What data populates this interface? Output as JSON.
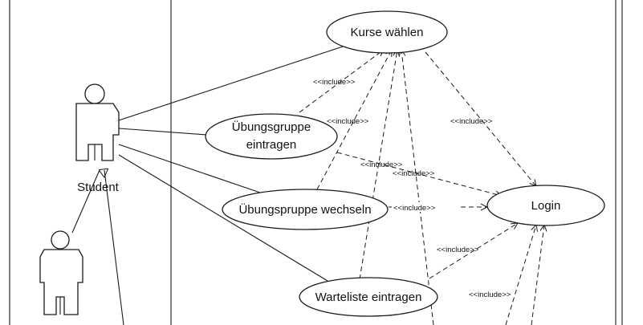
{
  "actors": {
    "student": "Student"
  },
  "use_cases": {
    "kurse_waehlen": "Kurse wählen",
    "uebungsgruppe_line1": "Übungsgruppe",
    "uebungsgruppe_line2": "eintragen",
    "uebungsgruppe_wechseln": "Übungspruppe wechseln",
    "login": "Login",
    "warteliste": "Warteliste eintragen"
  },
  "stereotypes": {
    "include_1": "<<include>>",
    "include_2": "<<include>>",
    "include_3": "<<include>>",
    "include_4": "<<include>>",
    "include_5": "<<include>>",
    "include_6": "<<include>>",
    "include_7": "<<include>>",
    "include_8": "<<include>>"
  }
}
